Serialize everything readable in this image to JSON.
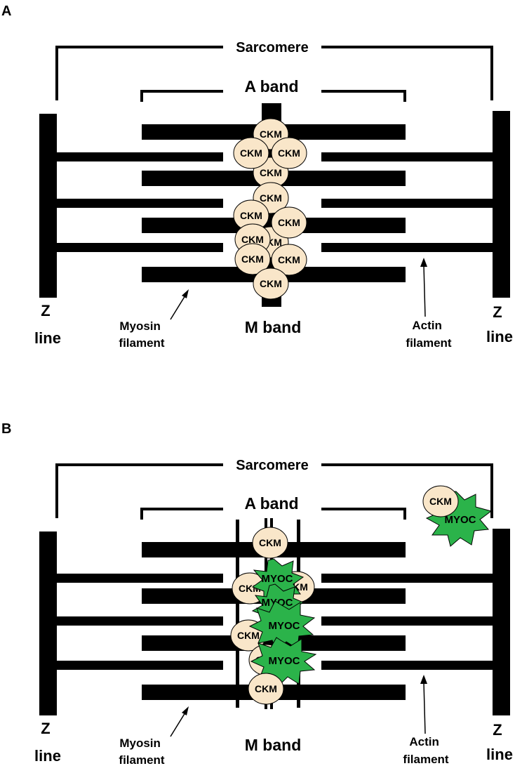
{
  "panel_a": {
    "panel_label": "A",
    "sarcomere_label": "Sarcomere",
    "a_band_label": "A band",
    "m_band_label": "M band",
    "z_line_left": [
      "Z",
      "line"
    ],
    "z_line_right": [
      "Z",
      "line"
    ],
    "myosin_label": [
      "Myosin",
      "filament"
    ],
    "actin_label": [
      "Actin",
      "filament"
    ],
    "ckm_label": "CKM"
  },
  "panel_b": {
    "panel_label": "B",
    "sarcomere_label": "Sarcomere",
    "a_band_label": "A band",
    "m_band_label": "M band",
    "z_line_left": [
      "Z",
      "line"
    ],
    "z_line_right": [
      "Z",
      "line"
    ],
    "myosin_label": [
      "Myosin",
      "filament"
    ],
    "actin_label": [
      "Actin",
      "filament"
    ],
    "ckm_label": "CKM",
    "myoc_label": "MYOC"
  },
  "colors": {
    "filament": "#000000",
    "ckm_fill": "#f9e6c9",
    "myoc_fill": "#2bb34a",
    "background": "#ffffff"
  }
}
